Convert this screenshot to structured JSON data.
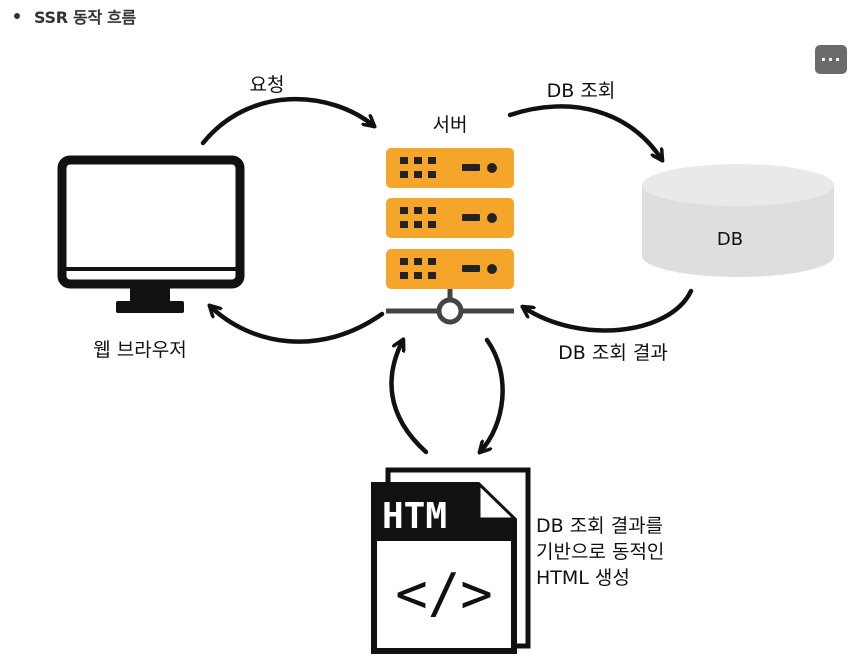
{
  "header": {
    "bullet_text": "SSR 동작 흐름"
  },
  "toolbar": {
    "more_label": "···",
    "more_icon": "more-options-icon"
  },
  "diagram": {
    "nodes": {
      "browser": {
        "label": "웹 브라우저",
        "icon": "monitor-icon"
      },
      "server": {
        "label": "서버",
        "icon": "server-icon",
        "color": "#f4a52a"
      },
      "db": {
        "label": "DB",
        "icon": "database-icon",
        "color": "#dedede"
      },
      "html_file": {
        "tag": "HTM",
        "code_glyph": "</>",
        "icon": "html-file-icon"
      }
    },
    "edges": {
      "request": "요청",
      "db_query": "DB 조회",
      "db_result": "DB 조회 결과",
      "html_note_line1": "DB 조회 결과를",
      "html_note_line2": "기반으로 동적인",
      "html_note_line3": "HTML 생성"
    }
  }
}
